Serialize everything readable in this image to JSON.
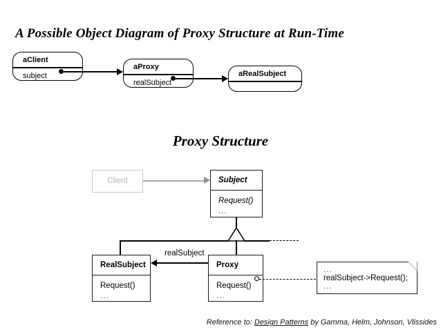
{
  "slide": {
    "title": "A Possible Object Diagram of Proxy Structure at Run-Time",
    "section_title": "Proxy Structure"
  },
  "object_diagram": {
    "objects": [
      {
        "name": "aClient",
        "attribute": "subject",
        "has_attribute_row": true
      },
      {
        "name": "aProxy",
        "attribute": "realSubject",
        "has_attribute_row": true
      },
      {
        "name": "aRealSubject",
        "attribute": "",
        "has_attribute_row": false
      }
    ],
    "links": [
      {
        "from": "aClient",
        "to": "aProxy",
        "source_role": "subject",
        "arrow": "filled-right"
      },
      {
        "from": "aProxy",
        "to": "aRealSubject",
        "source_role": "realSubject",
        "arrow": "filled-right"
      }
    ]
  },
  "class_diagram": {
    "classes": [
      {
        "id": "client",
        "name": "Client",
        "style": "faded",
        "abstract": false,
        "operations": [],
        "show_dots": false
      },
      {
        "id": "subject",
        "name": "Subject",
        "style": "normal",
        "abstract": true,
        "operations": [
          "Request()"
        ],
        "dots": "...",
        "show_dots": true
      },
      {
        "id": "realsubject",
        "name": "RealSubject",
        "style": "normal",
        "abstract": false,
        "operations": [
          "Request()"
        ],
        "dots": "...",
        "show_dots": true
      },
      {
        "id": "proxy",
        "name": "Proxy",
        "style": "normal",
        "abstract": false,
        "operations": [
          "Request()"
        ],
        "dots": "...",
        "show_dots": true
      }
    ],
    "association_label": "realSubject",
    "relations": [
      {
        "type": "association",
        "from": "client",
        "to": "subject",
        "arrow": "open-right"
      },
      {
        "type": "generalization",
        "from": "realsubject",
        "to": "subject"
      },
      {
        "type": "generalization",
        "from": "proxy",
        "to": "subject"
      },
      {
        "type": "association",
        "from": "proxy",
        "to": "realsubject",
        "label": "realSubject",
        "arrow": "filled-left"
      },
      {
        "type": "note-anchor",
        "from": "proxy",
        "to": "note",
        "style": "dashed-ball"
      }
    ],
    "note": {
      "dots_top": "...",
      "code": "realSubject->Request();",
      "dots_bottom": "..."
    }
  },
  "footer": {
    "prefix": "Reference to: ",
    "book": "Design Patterns",
    "suffix": " by Gamma, Helm, Johnson, Vlissides"
  },
  "colors": {
    "ink": "#000000",
    "class_border": "#1a1a1a",
    "faded": "#c9c9c9",
    "faded_text": "#b4b4b4",
    "fold": "#8c8c8c",
    "background": "#ffffff"
  }
}
